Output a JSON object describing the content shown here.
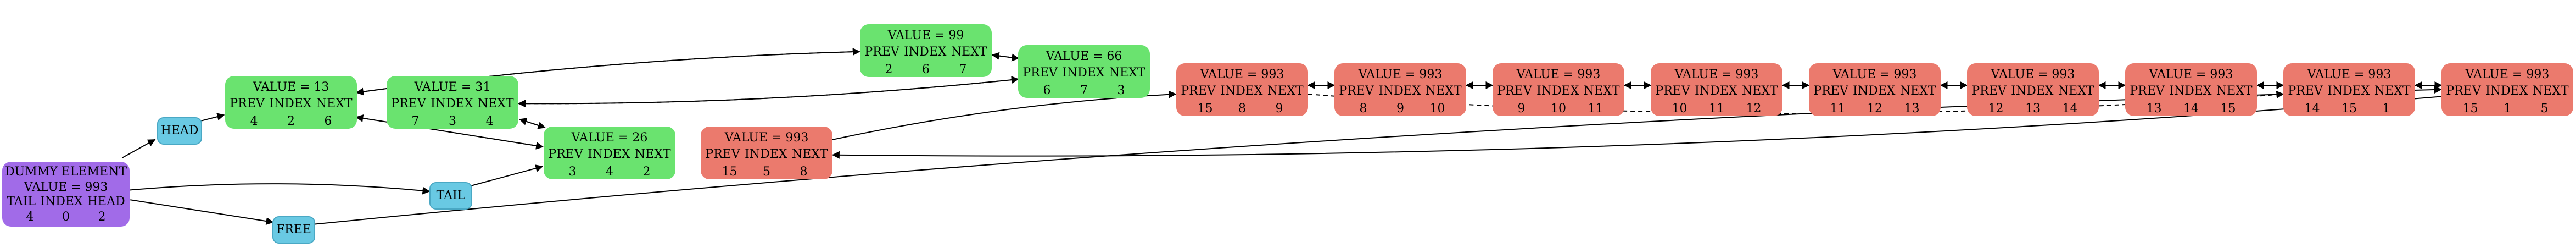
{
  "colors": {
    "purple": "#a16be8",
    "green": "#6ae36f",
    "red": "#eb7a6d",
    "pill": "#69c9e3"
  },
  "pointers": [
    {
      "id": "head",
      "label": "HEAD"
    },
    {
      "id": "tail",
      "label": "TAIL"
    },
    {
      "id": "free",
      "label": "FREE"
    }
  ],
  "dummy": {
    "title": "DUMMY ELEMENT",
    "value_label": "VALUE = 993",
    "headers": [
      "TAIL",
      "INDEX",
      "HEAD"
    ],
    "values": [
      "4",
      "0",
      "2"
    ]
  },
  "nodes": [
    {
      "id": "n13",
      "color": "green",
      "title": "VALUE = 13",
      "headers": [
        "PREV",
        "INDEX",
        "NEXT"
      ],
      "values": [
        "4",
        "2",
        "6"
      ]
    },
    {
      "id": "n31",
      "color": "green",
      "title": "VALUE = 31",
      "headers": [
        "PREV",
        "INDEX",
        "NEXT"
      ],
      "values": [
        "7",
        "3",
        "4"
      ]
    },
    {
      "id": "n26",
      "color": "green",
      "title": "VALUE = 26",
      "headers": [
        "PREV",
        "INDEX",
        "NEXT"
      ],
      "values": [
        "3",
        "4",
        "2"
      ]
    },
    {
      "id": "n99",
      "color": "green",
      "title": "VALUE = 99",
      "headers": [
        "PREV",
        "INDEX",
        "NEXT"
      ],
      "values": [
        "2",
        "6",
        "7"
      ]
    },
    {
      "id": "n66",
      "color": "green",
      "title": "VALUE = 66",
      "headers": [
        "PREV",
        "INDEX",
        "NEXT"
      ],
      "values": [
        "6",
        "7",
        "3"
      ]
    },
    {
      "id": "f5",
      "color": "red",
      "title": "VALUE = 993",
      "headers": [
        "PREV",
        "INDEX",
        "NEXT"
      ],
      "values": [
        "15",
        "5",
        "8"
      ]
    },
    {
      "id": "f8",
      "color": "red",
      "title": "VALUE = 993",
      "headers": [
        "PREV",
        "INDEX",
        "NEXT"
      ],
      "values": [
        "15",
        "8",
        "9"
      ]
    },
    {
      "id": "f9",
      "color": "red",
      "title": "VALUE = 993",
      "headers": [
        "PREV",
        "INDEX",
        "NEXT"
      ],
      "values": [
        "8",
        "9",
        "10"
      ]
    },
    {
      "id": "f10",
      "color": "red",
      "title": "VALUE = 993",
      "headers": [
        "PREV",
        "INDEX",
        "NEXT"
      ],
      "values": [
        "9",
        "10",
        "11"
      ]
    },
    {
      "id": "f11",
      "color": "red",
      "title": "VALUE = 993",
      "headers": [
        "PREV",
        "INDEX",
        "NEXT"
      ],
      "values": [
        "10",
        "11",
        "12"
      ]
    },
    {
      "id": "f12",
      "color": "red",
      "title": "VALUE = 993",
      "headers": [
        "PREV",
        "INDEX",
        "NEXT"
      ],
      "values": [
        "11",
        "12",
        "13"
      ]
    },
    {
      "id": "f13",
      "color": "red",
      "title": "VALUE = 993",
      "headers": [
        "PREV",
        "INDEX",
        "NEXT"
      ],
      "values": [
        "12",
        "13",
        "14"
      ]
    },
    {
      "id": "f14",
      "color": "red",
      "title": "VALUE = 993",
      "headers": [
        "PREV",
        "INDEX",
        "NEXT"
      ],
      "values": [
        "13",
        "14",
        "15"
      ]
    },
    {
      "id": "f15",
      "color": "red",
      "title": "VALUE = 993",
      "headers": [
        "PREV",
        "INDEX",
        "NEXT"
      ],
      "values": [
        "14",
        "15",
        "1"
      ]
    },
    {
      "id": "f1",
      "color": "red",
      "title": "VALUE = 993",
      "headers": [
        "PREV",
        "INDEX",
        "NEXT"
      ],
      "values": [
        "15",
        "1",
        "5"
      ]
    }
  ],
  "edges": [
    {
      "from": "dummy",
      "to": "head",
      "style": "solid"
    },
    {
      "from": "dummy",
      "to": "tail",
      "style": "solid"
    },
    {
      "from": "dummy",
      "to": "free",
      "style": "solid"
    },
    {
      "from": "head",
      "to": "n13",
      "style": "solid"
    },
    {
      "from": "tail",
      "to": "n26",
      "style": "solid"
    },
    {
      "from": "free",
      "to": "f1",
      "style": "solid"
    },
    {
      "from": "n13",
      "to": "n99",
      "style": "solid"
    },
    {
      "from": "n99",
      "to": "n66",
      "style": "solid"
    },
    {
      "from": "n66",
      "to": "n31",
      "style": "solid"
    },
    {
      "from": "n31",
      "to": "n26",
      "style": "solid"
    },
    {
      "from": "n26",
      "to": "n13",
      "style": "solid"
    },
    {
      "from": "n99",
      "to": "n13",
      "style": "dashed"
    },
    {
      "from": "n66",
      "to": "n99",
      "style": "dashed"
    },
    {
      "from": "n31",
      "to": "n66",
      "style": "dashed"
    },
    {
      "from": "n26",
      "to": "n31",
      "style": "dashed"
    },
    {
      "from": "n13",
      "to": "n26",
      "style": "dashed"
    },
    {
      "from": "f5",
      "to": "f8",
      "style": "solid"
    },
    {
      "from": "f8",
      "to": "f9",
      "style": "solid"
    },
    {
      "from": "f9",
      "to": "f10",
      "style": "solid"
    },
    {
      "from": "f10",
      "to": "f11",
      "style": "solid"
    },
    {
      "from": "f11",
      "to": "f12",
      "style": "solid"
    },
    {
      "from": "f12",
      "to": "f13",
      "style": "solid"
    },
    {
      "from": "f13",
      "to": "f14",
      "style": "solid"
    },
    {
      "from": "f14",
      "to": "f15",
      "style": "solid"
    },
    {
      "from": "f15",
      "to": "f1",
      "style": "solid"
    },
    {
      "from": "f1",
      "to": "f5",
      "style": "solid"
    },
    {
      "from": "f9",
      "to": "f8",
      "style": "dashed"
    },
    {
      "from": "f10",
      "to": "f9",
      "style": "dashed"
    },
    {
      "from": "f11",
      "to": "f10",
      "style": "dashed"
    },
    {
      "from": "f12",
      "to": "f11",
      "style": "dashed"
    },
    {
      "from": "f13",
      "to": "f12",
      "style": "dashed"
    },
    {
      "from": "f14",
      "to": "f13",
      "style": "dashed"
    },
    {
      "from": "f15",
      "to": "f14",
      "style": "dashed"
    },
    {
      "from": "f1",
      "to": "f15",
      "style": "dashed"
    },
    {
      "from": "f8",
      "to": "f15",
      "style": "dashed"
    }
  ]
}
